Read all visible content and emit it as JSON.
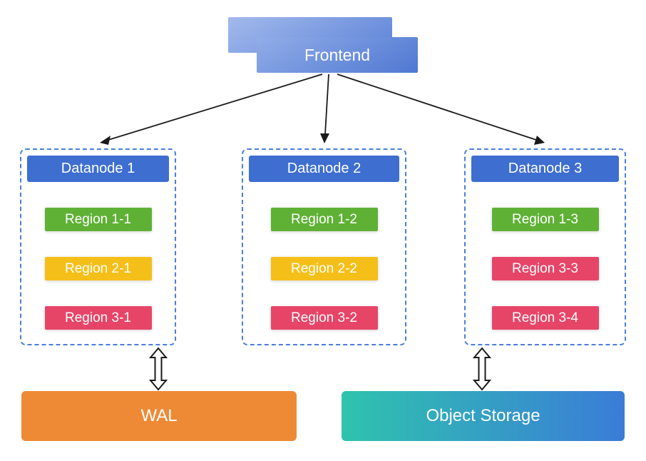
{
  "diagram": {
    "frontend": {
      "label": "Frontend"
    },
    "datanodes": [
      {
        "title": "Datanode 1",
        "regions": [
          {
            "label": "Region 1-1",
            "color": "#5fb136"
          },
          {
            "label": "Region 2-1",
            "color": "#f5bf19"
          },
          {
            "label": "Region 3-1",
            "color": "#e74568"
          }
        ]
      },
      {
        "title": "Datanode 2",
        "regions": [
          {
            "label": "Region 1-2",
            "color": "#5fb136"
          },
          {
            "label": "Region 2-2",
            "color": "#f5bf19"
          },
          {
            "label": "Region 3-2",
            "color": "#e74568"
          }
        ]
      },
      {
        "title": "Datanode 3",
        "regions": [
          {
            "label": "Region 1-3",
            "color": "#5fb136"
          },
          {
            "label": "Region 3-3",
            "color": "#e74568"
          },
          {
            "label": "Region 3-4",
            "color": "#e74568"
          }
        ]
      }
    ],
    "wal": {
      "label": "WAL"
    },
    "object_storage": {
      "label": "Object Storage"
    },
    "colors": {
      "frontend-start": "#92ade8",
      "frontend-end": "#4f78d2",
      "frontend-back-start": "#a3b9ec",
      "frontend-back-end": "#5d84d8",
      "datanode-header": "#3d6ed0",
      "dashed-border": "#4a7fd6",
      "wal": "#ee8a35",
      "os-start": "#2fc3ae",
      "os-end": "#3a7cd8",
      "arrow": "#1a1a1a"
    }
  }
}
